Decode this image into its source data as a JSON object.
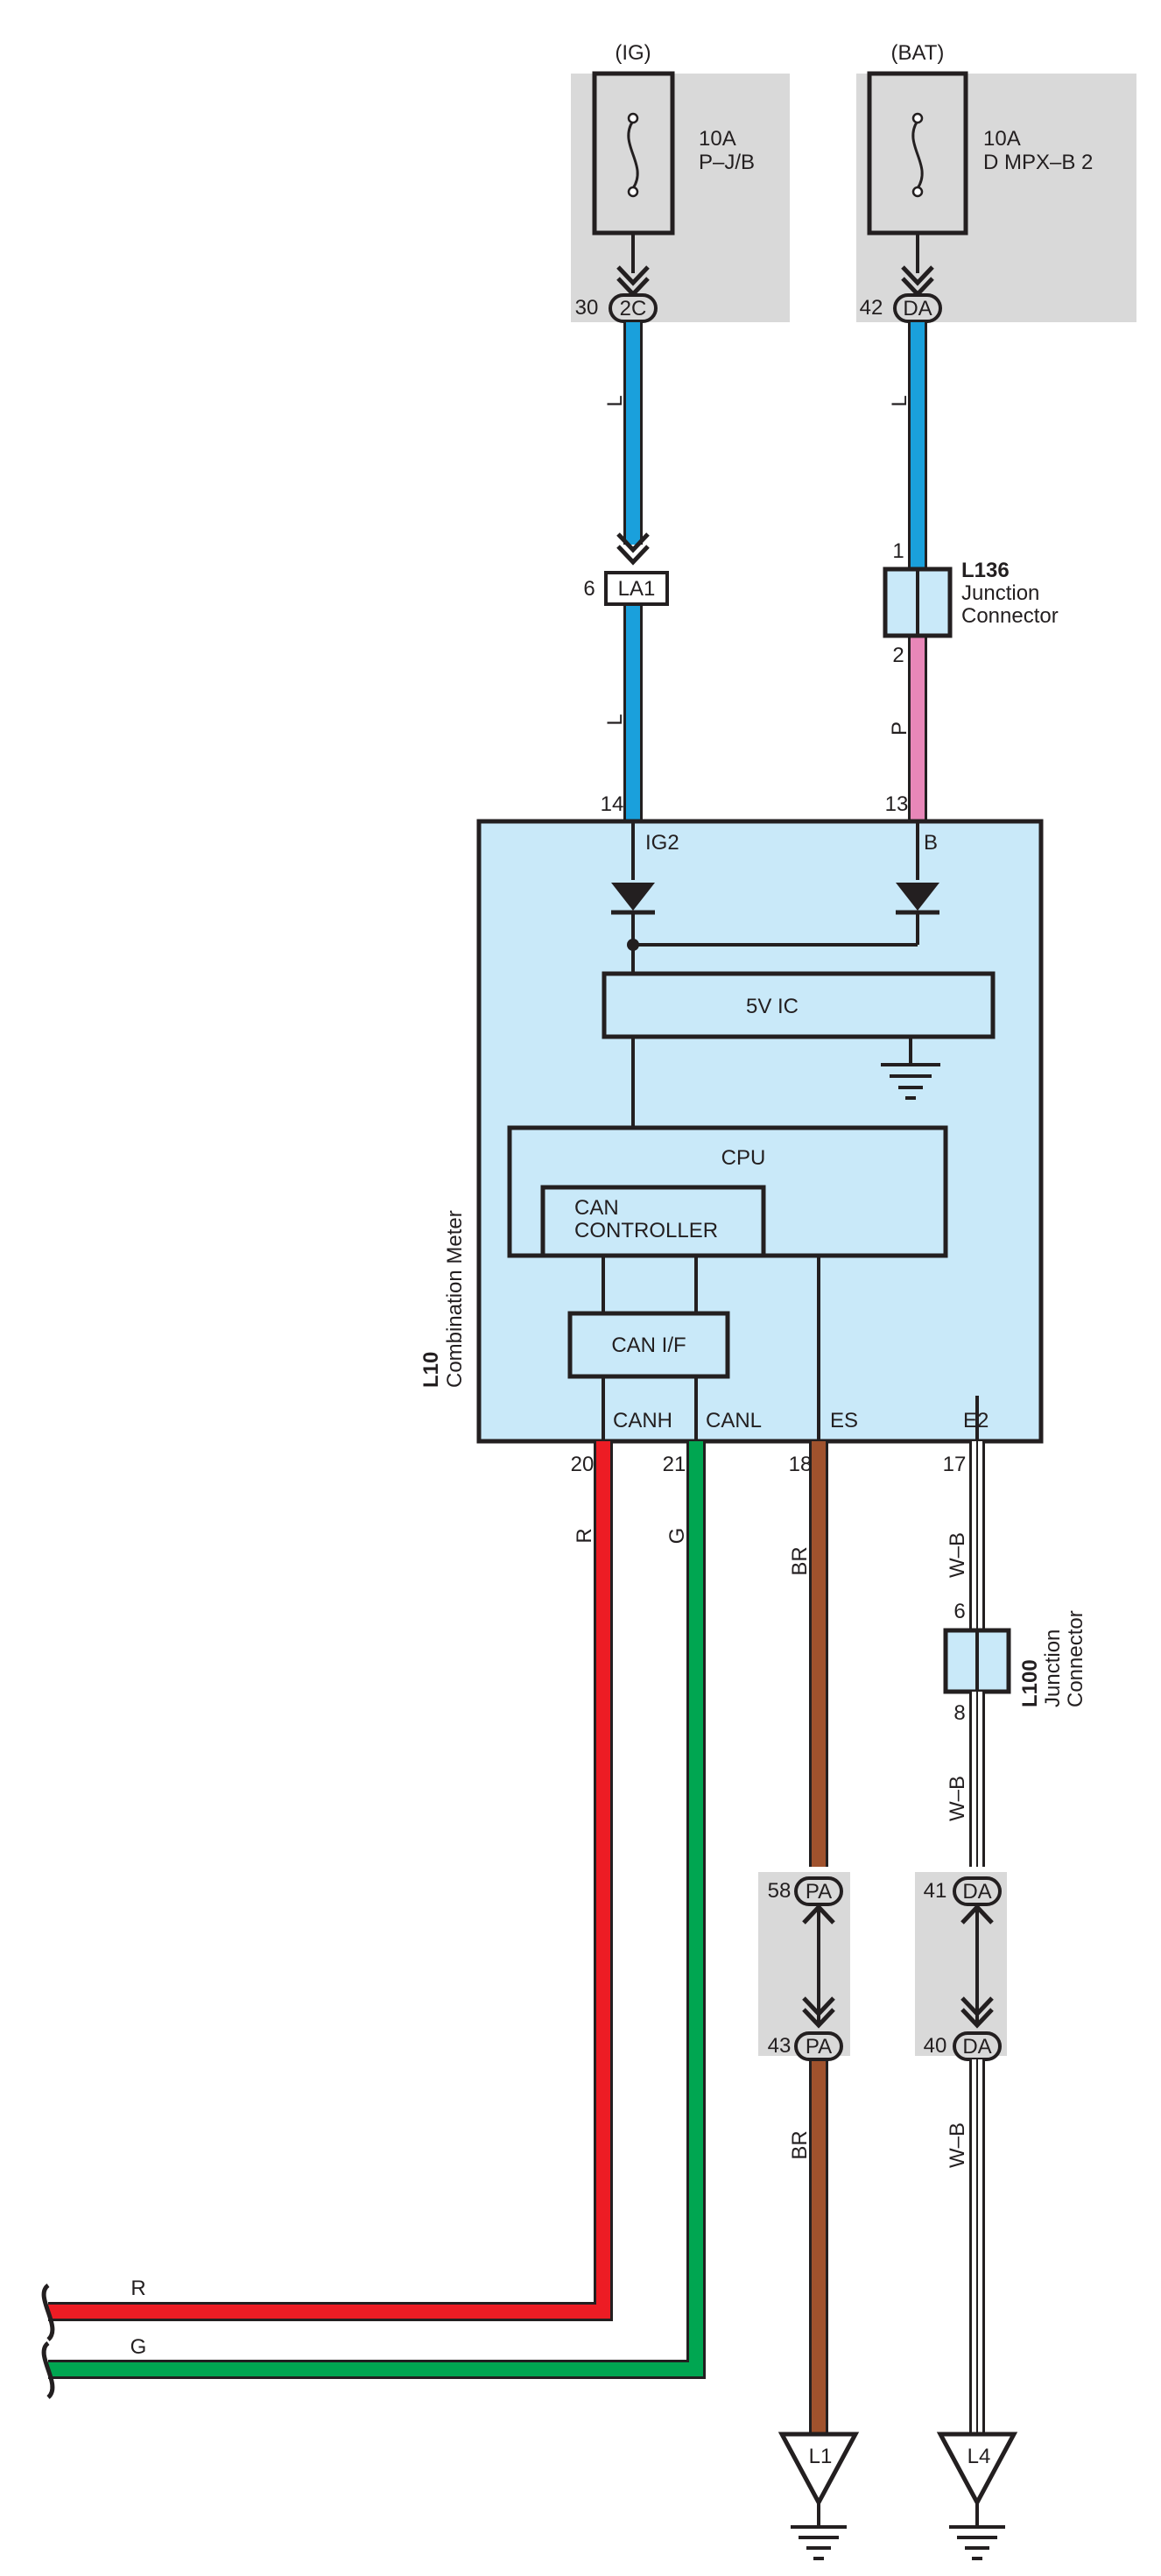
{
  "colors": {
    "wire_L": "#1aa0dc",
    "wire_P": "#e887b8",
    "wire_R": "#ed1c24",
    "wire_G": "#00a651",
    "wire_BR": "#a0522d",
    "wire_WB": "#ffffff",
    "component_fill": "#c9e9f9",
    "shade": "#d9d9d9",
    "outline": "#231f20"
  },
  "fuses": {
    "ig": {
      "label": "(IG)",
      "rating": "10A",
      "name": "P–J/B",
      "pin": "30",
      "connector": "2C"
    },
    "bat": {
      "label": "(BAT)",
      "rating": "10A",
      "name": "D MPX–B 2",
      "pin": "42",
      "connector": "DA"
    }
  },
  "wires": {
    "ig_upper": "L",
    "ig_lower": "L",
    "bat_upper": "L",
    "bat_lower": "P",
    "canh": "R",
    "canl": "G",
    "es_upper": "BR",
    "es_lower": "BR",
    "e2_upper": "W–B",
    "e2_middle": "W–B",
    "e2_lower": "W–B",
    "left_r": "R",
    "left_g": "G"
  },
  "connectors": {
    "la1": {
      "pin": "6",
      "name": "LA1"
    },
    "l136": {
      "pin_top": "1",
      "pin_bottom": "2",
      "code": "L136",
      "line1": "Junction",
      "line2": "Connector"
    },
    "l100": {
      "pin_top": "6",
      "pin_bottom": "8",
      "code": "L100",
      "line1": "Junction",
      "line2": "Connector"
    },
    "pa_top": {
      "pin": "58",
      "name": "PA"
    },
    "pa_bottom": {
      "pin": "43",
      "name": "PA"
    },
    "da_top": {
      "pin": "41",
      "name": "DA"
    },
    "da_bottom": {
      "pin": "40",
      "name": "DA"
    }
  },
  "meter": {
    "code": "L10",
    "name": "Combination Meter",
    "pin_ig2": "14",
    "pin_b": "13",
    "pin_canh": "20",
    "pin_canl": "21",
    "pin_es": "18",
    "pin_e2": "17",
    "term_ig2": "IG2",
    "term_b": "B",
    "term_canh": "CANH",
    "term_canl": "CANL",
    "term_es": "ES",
    "term_e2": "E2",
    "ic_label": "5V IC",
    "cpu_label": "CPU",
    "can_ctrl_line1": "CAN",
    "can_ctrl_line2": "CONTROLLER",
    "can_if_label": "CAN I/F"
  },
  "grounds": {
    "l1": "L1",
    "l4": "L4"
  }
}
